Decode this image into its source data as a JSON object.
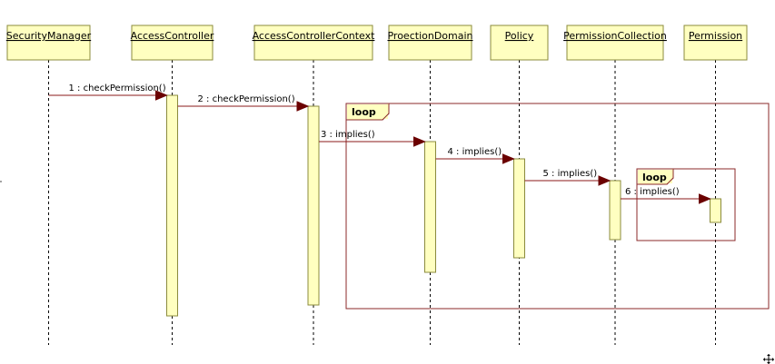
{
  "diagram": {
    "type": "uml-sequence",
    "colors": {
      "lifeline_fill": "#ffffc0",
      "lifeline_border": "#8b8b3c",
      "message_line": "#8b1a1a",
      "arrow_head": "#6b0000",
      "frame_border": "#8b2a2a",
      "dash": "#000000"
    },
    "lifelines": [
      {
        "id": "security-manager",
        "label": "SecurityManager"
      },
      {
        "id": "access-controller",
        "label": "AccessController"
      },
      {
        "id": "access-controller-context",
        "label": "AccessControllerContext"
      },
      {
        "id": "proection-domain",
        "label": "ProectionDomain"
      },
      {
        "id": "policy",
        "label": "Policy"
      },
      {
        "id": "permission-collection",
        "label": "PermissionCollection"
      },
      {
        "id": "permission",
        "label": "Permission"
      }
    ],
    "messages": [
      {
        "label": "1 : checkPermission()",
        "from": "security-manager",
        "to": "access-controller"
      },
      {
        "label": "2 : checkPermission()",
        "from": "access-controller",
        "to": "access-controller-context"
      },
      {
        "label": "3 : implies()",
        "from": "access-controller-context",
        "to": "proection-domain"
      },
      {
        "label": "4 : implies()",
        "from": "proection-domain",
        "to": "policy"
      },
      {
        "label": "5 : implies()",
        "from": "policy",
        "to": "permission-collection"
      },
      {
        "label": "6 : implies()",
        "from": "permission-collection",
        "to": "permission"
      }
    ],
    "fragments": [
      {
        "label": "loop"
      },
      {
        "label": "loop"
      }
    ]
  },
  "corner_icon": "move-cross-icon"
}
